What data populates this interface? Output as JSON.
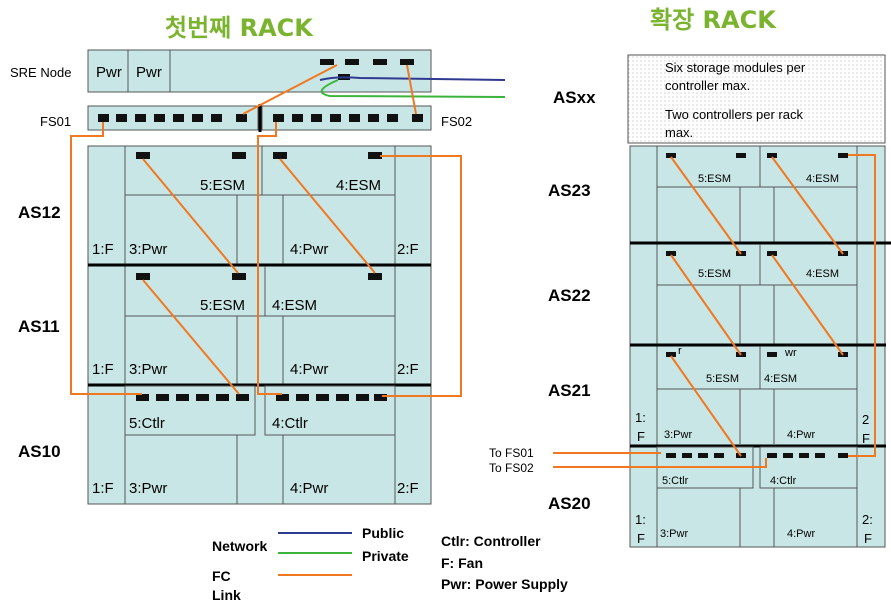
{
  "left_rack": {
    "title_prefix": "첫번째",
    "title_suffix": " RACK",
    "sre_node": {
      "label": "SRE Node",
      "pwr1": "Pwr",
      "pwr2": "Pwr"
    },
    "fs01": "FS01",
    "fs02": "FS02",
    "as12": {
      "label": "AS12",
      "esm5": "5:ESM",
      "esm4": "4:ESM",
      "fan1": "1:F",
      "pwr3": "3:Pwr",
      "pwr4": "4:Pwr",
      "fan2": "2:F"
    },
    "as11": {
      "label": "AS11",
      "esm5": "5:ESM",
      "esm4": "4:ESM",
      "fan1": "1:F",
      "pwr3": "3:Pwr",
      "pwr4": "4:Pwr",
      "fan2": "2:F"
    },
    "as10": {
      "label": "AS10",
      "ctlr5": "5:Ctlr",
      "ctlr4": "4:Ctlr",
      "fan1": "1:F",
      "pwr3": "3:Pwr",
      "pwr4": "4:Pwr",
      "fan2": "2:F"
    }
  },
  "right_rack": {
    "title_prefix": "확장",
    "title_suffix": " RACK",
    "asxx": "ASxx",
    "note1": "Six storage modules per controller max.",
    "note1_line1": "Six storage modules per",
    "note1_line2": "controller max.",
    "note2": "Two controllers per rack max.",
    "note2_line1": "Two controllers per rack",
    "note2_line2": "max.",
    "as23": {
      "label": "AS23",
      "esm5": "5:ESM",
      "esm4": "4:ESM"
    },
    "as22": {
      "label": "AS22",
      "esm5": "5:ESM",
      "esm4": "4:ESM"
    },
    "as21": {
      "label": "AS21",
      "esm5": "5:ESM",
      "esm4": "4:ESM",
      "wr": "wr",
      "r": "r",
      "fan1_a": "1:",
      "fan1_b": "F",
      "pwr3": "3:Pwr",
      "pwr4": "4:Pwr",
      "fan2_a": "2",
      "fan2_b": "F"
    },
    "as20": {
      "label": "AS20",
      "ctlr5": "5:Ctlr",
      "ctlr4": "4:Ctlr",
      "fan1_a": "1:",
      "fan1_b": "F",
      "pwr3": "3:Pwr",
      "pwr4": "4:Pwr",
      "fan2_a": "2:",
      "fan2_b": "F"
    },
    "to_fs01": "To FS01",
    "to_fs02": "To FS02"
  },
  "legend": {
    "network": "Network",
    "public": "Public",
    "private": "Private",
    "fc_line1": "FC",
    "fc_line2": "Link",
    "ctlr": "Ctlr: Controller",
    "fan": "F: Fan",
    "pwr": "Pwr: Power Supply"
  },
  "colors": {
    "rack_fill": "#c9e6e6",
    "fc_link": "#f07820",
    "public": "#2e3a90",
    "private": "#3cb43c",
    "title": "#7ab32e"
  }
}
